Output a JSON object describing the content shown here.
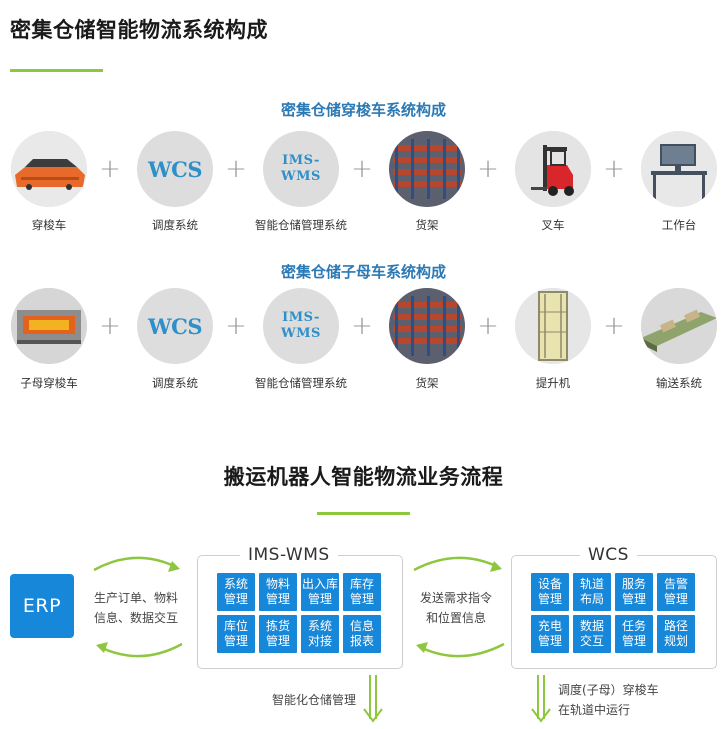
{
  "page_title": "密集仓储智能物流系统构成",
  "sections": [
    {
      "title": "密集仓储穿梭车系统构成",
      "items": [
        {
          "label": "穿梭车",
          "icon": "shuttle-car-icon"
        },
        {
          "label": "调度系统",
          "icon": "wcs-logo",
          "logo_text": "WCS"
        },
        {
          "label": "智能仓储管理系统",
          "icon": "ims-wms-logo",
          "logo_line1": "IMS-",
          "logo_line2": "WMS"
        },
        {
          "label": "货架",
          "icon": "shelf-icon"
        },
        {
          "label": "叉车",
          "icon": "forklift-icon"
        },
        {
          "label": "工作台",
          "icon": "workstation-icon"
        }
      ]
    },
    {
      "title": "密集仓储子母车系统构成",
      "items": [
        {
          "label": "子母穿梭车",
          "icon": "mother-child-shuttle-icon"
        },
        {
          "label": "调度系统",
          "icon": "wcs-logo",
          "logo_text": "WCS"
        },
        {
          "label": "智能仓储管理系统",
          "icon": "ims-wms-logo",
          "logo_line1": "IMS-",
          "logo_line2": "WMS"
        },
        {
          "label": "货架",
          "icon": "shelf-icon"
        },
        {
          "label": "提升机",
          "icon": "lift-icon"
        },
        {
          "label": "输送系统",
          "icon": "conveyor-icon"
        }
      ]
    }
  ],
  "plus_symbol": "+",
  "process": {
    "title": "搬运机器人智能物流业务流程",
    "erp_label": "ERP",
    "erp_link_text": [
      "生产订单、物料",
      "信息、数据交互"
    ],
    "ims_panel": {
      "title": "IMS-WMS",
      "tiles": [
        [
          "系统",
          "管理"
        ],
        [
          "物料",
          "管理"
        ],
        [
          "出入库",
          "管理"
        ],
        [
          "库存",
          "管理"
        ],
        [
          "库位",
          "管理"
        ],
        [
          "拣货",
          "管理"
        ],
        [
          "系统",
          "对接"
        ],
        [
          "信息",
          "报表"
        ]
      ],
      "output_text": "智能化仓储管理"
    },
    "middle_link_text": [
      "发送需求指令",
      "和位置信息"
    ],
    "wcs_panel": {
      "title": "WCS",
      "tiles": [
        [
          "设备",
          "管理"
        ],
        [
          "轨道",
          "布局"
        ],
        [
          "服务",
          "管理"
        ],
        [
          "告警",
          "管理"
        ],
        [
          "充电",
          "管理"
        ],
        [
          "数据",
          "交互"
        ],
        [
          "任务",
          "管理"
        ],
        [
          "路径",
          "规划"
        ]
      ],
      "output_text": [
        "调度(子母）穿梭车",
        "在轨道中运行"
      ]
    }
  },
  "colors": {
    "accent_green": "#8dc63f",
    "heading_blue": "#2b79b5",
    "tile_blue": "#1687d9",
    "logo_blue": "#2f8fc9"
  }
}
